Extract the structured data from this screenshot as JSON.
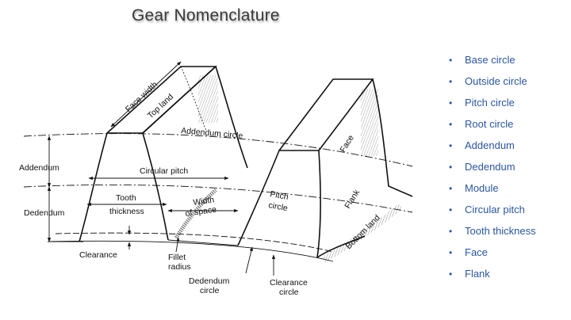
{
  "title": "Gear Nomenclature",
  "diagram_labels": {
    "face_width": "Face width",
    "top_land": "Top land",
    "addendum_circle": "Addendum circle",
    "addendum": "Addendum",
    "circular_pitch": "Circular pitch",
    "dedendum": "Dedendum",
    "tooth": "Tooth",
    "thickness": "thickness",
    "width": "Width",
    "of_space": "of space",
    "pitch": "Pitch",
    "circle": "circle",
    "face": "Face",
    "flank": "Flank",
    "bottom_land": "Bottom land",
    "clearance": "Clearance",
    "fillet": "Fillet",
    "radius": "radius",
    "dedendum_circle_line1": "Dedendum",
    "dedendum_circle_line2": "circle",
    "clearance_circle_line1": "Clearance",
    "clearance_circle_line2": "circle"
  },
  "bullets": [
    "Base circle",
    "Outside circle",
    "Pitch circle",
    "Root circle",
    "Addendum",
    "Dedendum",
    "Module",
    "Circular pitch",
    "Tooth thickness",
    "Face",
    "Flank"
  ],
  "bullet_symbol": "•",
  "colors": {
    "title": "#3a3a3a",
    "bullet_text": "#2a56a0",
    "lines": "#111111"
  }
}
